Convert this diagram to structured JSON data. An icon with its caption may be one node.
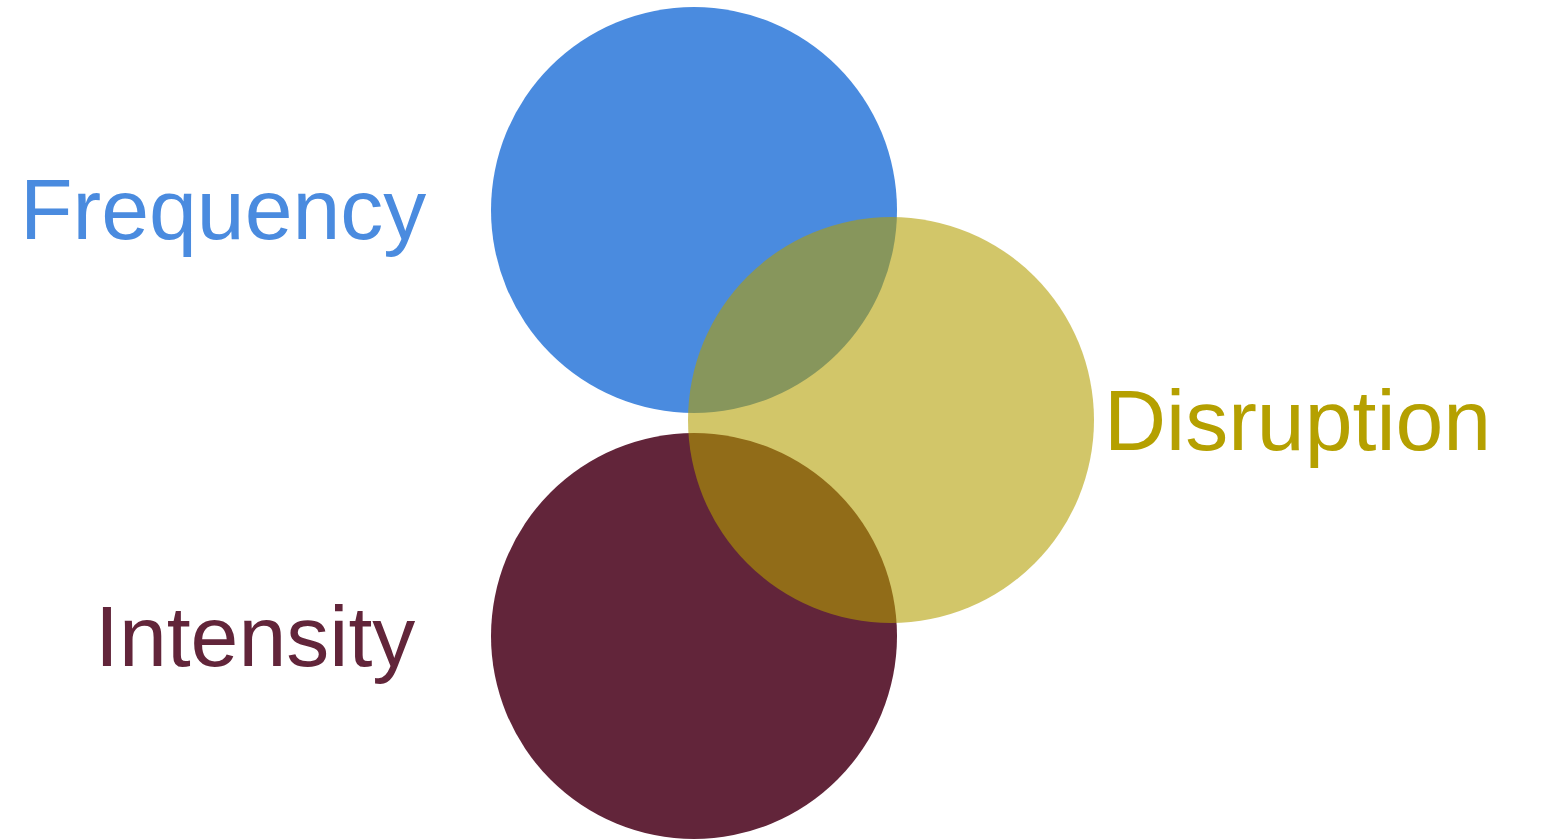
{
  "diagram": {
    "nodes": [
      {
        "text": [
          "Frequency"
        ]
      },
      {
        "text": [
          "Disruption"
        ]
      },
      {
        "text": [
          "Intensity"
        ]
      }
    ]
  }
}
